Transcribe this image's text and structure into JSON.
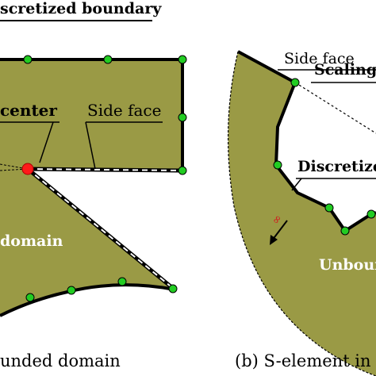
{
  "colors": {
    "domain_fill": "#9a9a45",
    "boundary": "#000000",
    "node": "#22cc22",
    "scaling_center": "#ff1a1a",
    "side_face_line": "#ffffff"
  },
  "left_panel": {
    "heading": "scretized boundary",
    "scaling_center_label": "center",
    "side_face_label": "Side face",
    "domain_label": "domain",
    "caption": "unded domain"
  },
  "right_panel": {
    "side_face_label": "Side face",
    "scaling_label": "Scaling",
    "discretized_label": "Discretized",
    "infinity_symbol": "∞",
    "unbounded_label": "Unboun",
    "caption": "(b) S-element in"
  }
}
